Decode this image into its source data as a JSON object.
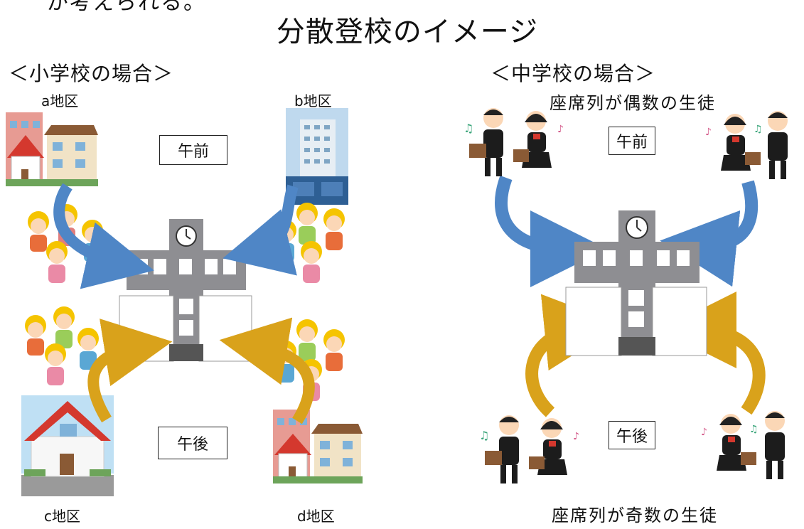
{
  "top_caption": "が考えられる。",
  "main_title": "分散登校のイメージ",
  "elementary": {
    "title": "＜小学校の場合＞",
    "districts": {
      "a": "a地区",
      "b": "b地区",
      "c": "c地区",
      "d": "d地区"
    },
    "morning": "午前",
    "afternoon": "午後"
  },
  "junior_high": {
    "title": "＜中学校の場合＞",
    "even_seats": "座席列が偶数の生徒",
    "odd_seats": "座席列が奇数の生徒",
    "morning": "午前",
    "afternoon": "午後"
  },
  "colors": {
    "morning_arrow": "#4f86c6",
    "afternoon_arrow": "#d9a21b",
    "school_gray": "#8e8e92",
    "roof_red": "#d4382e"
  }
}
